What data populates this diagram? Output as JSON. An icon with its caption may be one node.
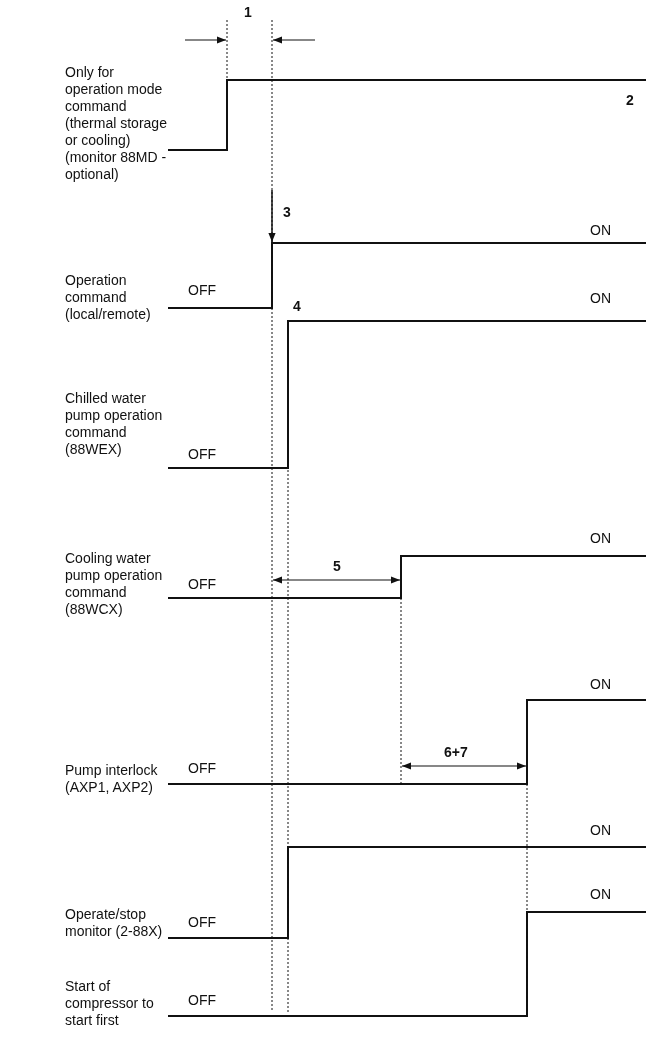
{
  "diagram": {
    "labels": [
      "1",
      "Only for operation mode command (thermal storage or cooling) (monitor 88MD - optional)",
      "2",
      "3",
      "ON",
      "Operation command (local/remote)",
      "OFF",
      "4",
      "ON",
      "Chilled water pump operation command (88WEX)",
      "OFF",
      "ON",
      "5",
      "Cooling water pump operation command (88WCX)",
      "OFF",
      "ON",
      "6+7",
      "Pump interlock (AXP1, AXP2)",
      "OFF",
      "ON",
      "Operate/stop monitor (2-88X)",
      "OFF",
      "ON",
      "Start of compressor to start first",
      "OFF"
    ]
  }
}
